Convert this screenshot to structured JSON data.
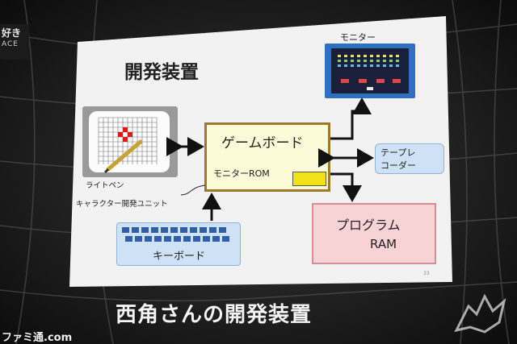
{
  "slide": {
    "title": "開発装置",
    "page_number": "33"
  },
  "game_board": {
    "label": "ゲームボード",
    "rom_label": "モニターROM"
  },
  "monitor": {
    "label": "モニター"
  },
  "tape_recorder": {
    "line1": "テープレ",
    "line2": "コーダー"
  },
  "program_ram": {
    "line1": "プログラム",
    "line2": "RAM"
  },
  "keyboard": {
    "label": "キーボード"
  },
  "light_pen": {
    "pen_label": "ライトペン",
    "unit_label": "キャラクター開発ユニット"
  },
  "caption": "西角さんの開発装置",
  "watermark": "ファミ通.com",
  "corner_logo": {
    "line1": "好き",
    "line2": "ACE"
  },
  "colors": {
    "board_fill": "#fbfbd8",
    "board_border": "#9b7a2a",
    "rom_chip": "#f2e21a",
    "ram_fill": "#f8d3d6",
    "ram_border": "#d98c92",
    "blue_box": "#cfe1f5",
    "monitor_border": "#2f6fc0"
  }
}
